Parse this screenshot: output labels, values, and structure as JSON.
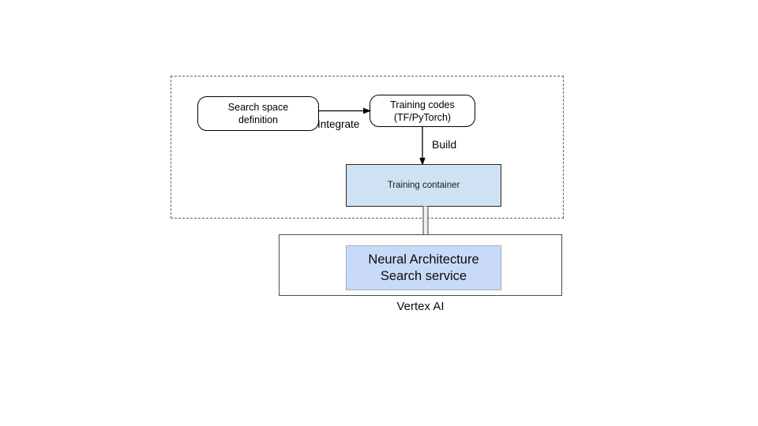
{
  "diagram": {
    "type": "flowchart",
    "background": "#ffffff",
    "group": {
      "name": "user-side-dashed-group",
      "border_style": "dashed",
      "border_color": "#5b5b5b",
      "label": ""
    },
    "nodes": [
      {
        "id": "search-space",
        "label": "Search space\ndefinition",
        "line1": "Search space",
        "line2": "definition",
        "shape": "rounded-rectangle",
        "fill": "#ffffff",
        "stroke": "#000000"
      },
      {
        "id": "training-codes",
        "label": "Training codes\n(TF/PyTorch)",
        "line1": "Training codes",
        "line2": "(TF/PyTorch)",
        "shape": "rounded-rectangle",
        "fill": "#ffffff",
        "stroke": "#000000"
      },
      {
        "id": "training-container",
        "label": "Training container",
        "shape": "rectangle",
        "fill": "#cfe2f3",
        "stroke": "#2a2a2a"
      },
      {
        "id": "vertex-ai",
        "label": "Vertex AI",
        "shape": "rectangle",
        "fill": "#ffffff",
        "stroke": "#4c4c4c"
      },
      {
        "id": "nas-service",
        "label": "Neural Architecture\nSearch service",
        "line1": "Neural Architecture",
        "line2": "Search service",
        "shape": "rectangle",
        "border_style": "dotted",
        "fill": "#c9daf8",
        "stroke": "#7b7b7b"
      }
    ],
    "edges": [
      {
        "id": "integrate",
        "from": "search-space",
        "to": "training-codes",
        "label": "Integrate",
        "style": "solid-thin-arrow",
        "direction": "right"
      },
      {
        "id": "build",
        "from": "training-codes",
        "to": "training-container",
        "label": "Build",
        "style": "solid-thin-arrow",
        "direction": "down"
      },
      {
        "id": "deploy",
        "from": "training-container",
        "to": "nas-service",
        "label": "",
        "style": "hollow-block-arrow",
        "direction": "down"
      }
    ]
  }
}
